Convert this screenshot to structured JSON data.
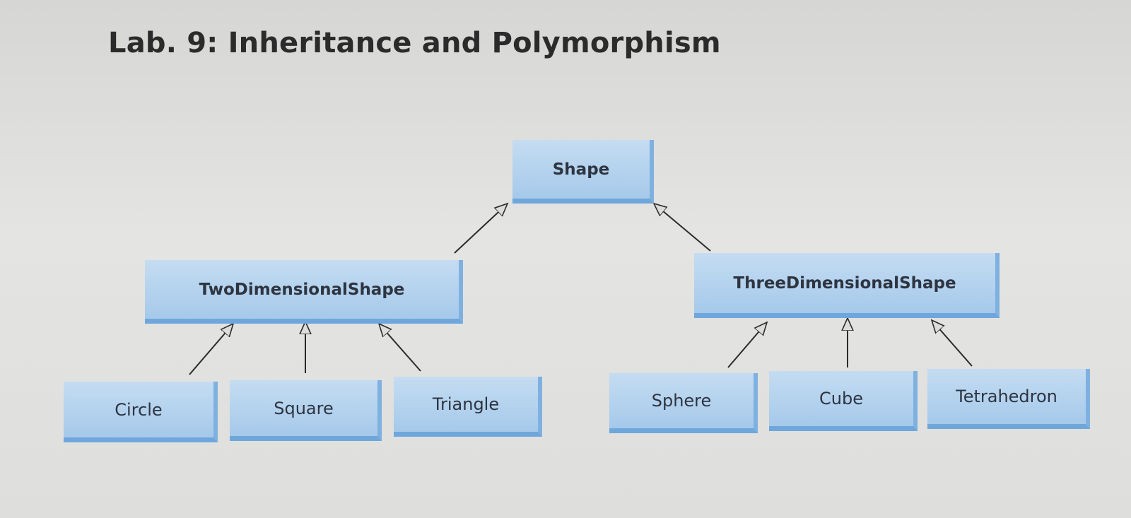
{
  "page": {
    "title": "Lab. 9: Inheritance and Polymorphism"
  },
  "diagram": {
    "nodes": {
      "shape": "Shape",
      "two_dimensional_shape": "TwoDimensionalShape",
      "three_dimensional_shape": "ThreeDimensionalShape",
      "circle": "Circle",
      "square": "Square",
      "triangle": "Triangle",
      "sphere": "Sphere",
      "cube": "Cube",
      "tetrahedron": "Tetrahedron"
    },
    "edges": [
      {
        "child": "TwoDimensionalShape",
        "parent": "Shape"
      },
      {
        "child": "ThreeDimensionalShape",
        "parent": "Shape"
      },
      {
        "child": "Circle",
        "parent": "TwoDimensionalShape"
      },
      {
        "child": "Square",
        "parent": "TwoDimensionalShape"
      },
      {
        "child": "Triangle",
        "parent": "TwoDimensionalShape"
      },
      {
        "child": "Sphere",
        "parent": "ThreeDimensionalShape"
      },
      {
        "child": "Cube",
        "parent": "ThreeDimensionalShape"
      },
      {
        "child": "Tetrahedron",
        "parent": "ThreeDimensionalShape"
      }
    ],
    "colors": {
      "node_fill": "#b3d2ee",
      "node_border": "#6fa7dc",
      "connector": "#2b2b2b"
    }
  }
}
